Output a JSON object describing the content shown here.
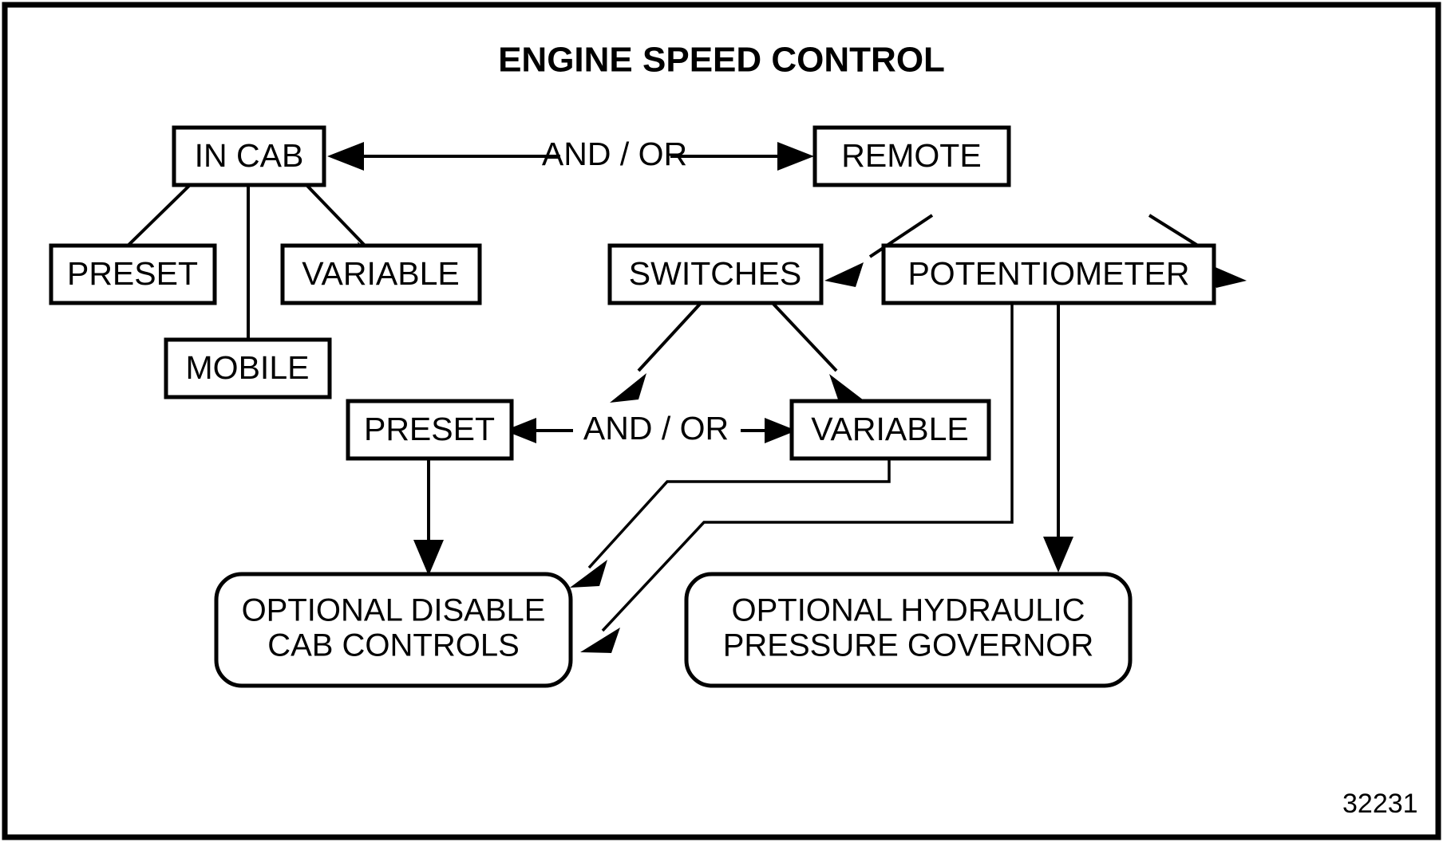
{
  "title": "ENGINE SPEED CONTROL",
  "figure_number": "32231",
  "colors": {
    "stroke": "#000000",
    "background": "#ffffff"
  },
  "nodes": {
    "in_cab": "IN CAB",
    "remote": "REMOTE",
    "preset_cab": "PRESET",
    "variable_cab": "VARIABLE",
    "mobile": "MOBILE",
    "switches": "SWITCHES",
    "potentiometer": "POTENTIOMETER",
    "preset_remote": "PRESET",
    "variable_remote": "VARIABLE",
    "optional_disable_line1": "OPTIONAL DISABLE",
    "optional_disable_line2": "CAB CONTROLS",
    "optional_hydraulic_line1": "OPTIONAL HYDRAULIC",
    "optional_hydraulic_line2": "PRESSURE GOVERNOR"
  },
  "connector_labels": {
    "top_and_or": "AND / OR",
    "mid_and_or": "AND / OR"
  },
  "diagram_data": {
    "type": "flowchart",
    "edges": [
      {
        "from": "in_cab",
        "to": "remote",
        "label": "AND / OR",
        "direction": "bidirectional"
      },
      {
        "from": "in_cab",
        "to": "preset_cab",
        "direction": "forward"
      },
      {
        "from": "in_cab",
        "to": "mobile",
        "direction": "forward"
      },
      {
        "from": "in_cab",
        "to": "variable_cab",
        "direction": "forward"
      },
      {
        "from": "remote",
        "to": "switches",
        "direction": "forward"
      },
      {
        "from": "remote",
        "to": "potentiometer",
        "direction": "forward"
      },
      {
        "from": "switches",
        "to": "preset_remote",
        "direction": "forward"
      },
      {
        "from": "switches",
        "to": "variable_remote",
        "direction": "forward"
      },
      {
        "from": "preset_remote",
        "to": "variable_remote",
        "label": "AND / OR",
        "direction": "bidirectional"
      },
      {
        "from": "preset_remote",
        "to": "optional_disable",
        "direction": "forward"
      },
      {
        "from": "variable_remote",
        "to": "optional_disable",
        "direction": "forward"
      },
      {
        "from": "potentiometer",
        "to": "optional_disable",
        "direction": "forward"
      },
      {
        "from": "potentiometer",
        "to": "optional_hydraulic",
        "direction": "forward"
      }
    ]
  }
}
